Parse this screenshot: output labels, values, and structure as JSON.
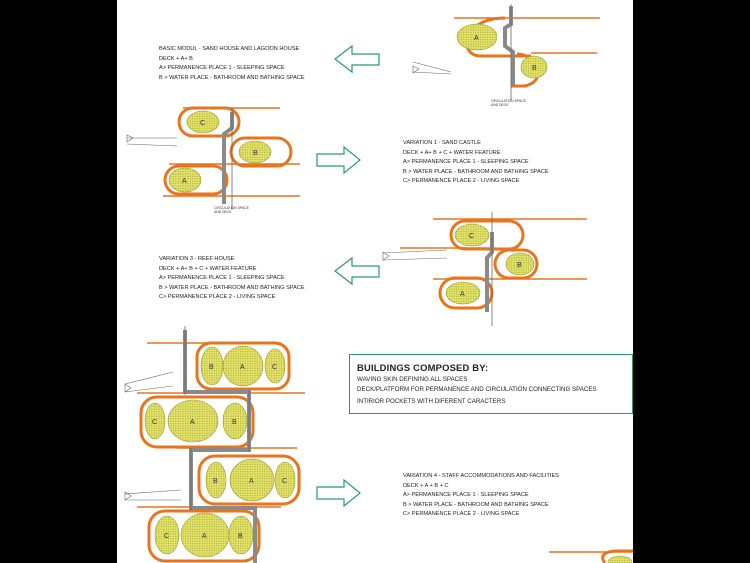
{
  "colors": {
    "skin_orange": "#e8741e",
    "pocket_yellow": "#e4e46a",
    "pocket_hatch": "#9a9a2e",
    "circulation_gray": "#8a8a8a",
    "arrow_green": "#2a9a6a",
    "page_white": "#ffffff",
    "frame_black": "#000000"
  },
  "basic_modul": {
    "title": "BASIC MODUL  -  SAND HOUSE AND LAGOON HOUSE",
    "deck": "DECK + A+ B",
    "line_a": "A> PERMANENCE PLACE 1 - SLEEPING SPACE",
    "line_b": "B > WATER PLACE -  BATHROOM AND BATHING SPACE",
    "circulation_label_1": "CIRCULATION SPACE",
    "circulation_label_2": "AND DECK"
  },
  "variation_1": {
    "title": "VARIATION 1  -  SAND CASTLE",
    "deck": "DECK + A+ B + C + WATER FEATURE",
    "line_a": "A> PERMANENCE PLACE 1 - SLEEPING SPACE",
    "line_b": "B > WATER PLACE -  BATHROOM AND BATHING SPACE",
    "line_c": "C> PERMANENCE PLACE 2 - LIVING SPACE",
    "circulation_label_1": "CIRCULATION SPACE",
    "circulation_label_2": "AND DECK"
  },
  "variation_3": {
    "title": "VARIATION 3  -  REEF HOUSE",
    "deck": "DECK + A+ B + C + WATER FEATURE",
    "line_a": "A> PERMANENCE PLACE 1 - SLEEPING SPACE",
    "line_b": "B > WATER PLACE -  BATHROOM AND BATHING SPACE",
    "line_c": "C> PERMANENCE PLACE 2 - LIVING SPACE"
  },
  "variation_4": {
    "title": "VARIATION 4  -  STAFF ACCOMMODATIONS AND FACILITIES",
    "deck": "DECK + A + B + C",
    "line_a": "A> PERMANENCE PLACE 1 - SLEEPING SPACE",
    "line_b": "B > WATER PLACE -  BATHROOM AND BATHING SPACE",
    "line_c": "C> PERMANENCE PLACE 2 - LIVING SPACE"
  },
  "buildings_box": {
    "title": "BUILDINGS COMPOSED BY:",
    "line_1": "WAVING SKIN DEFINING ALL SPACES",
    "line_2": "DECK/PLATFORM FOR PERMANENCE AND CIRCULATION CONNECTING SPACES",
    "line_3": "INTIRIOR POCKETS WITH DIFERENT CARACTERS"
  },
  "pocket_letters": {
    "a": "A",
    "b": "B",
    "c": "C"
  }
}
